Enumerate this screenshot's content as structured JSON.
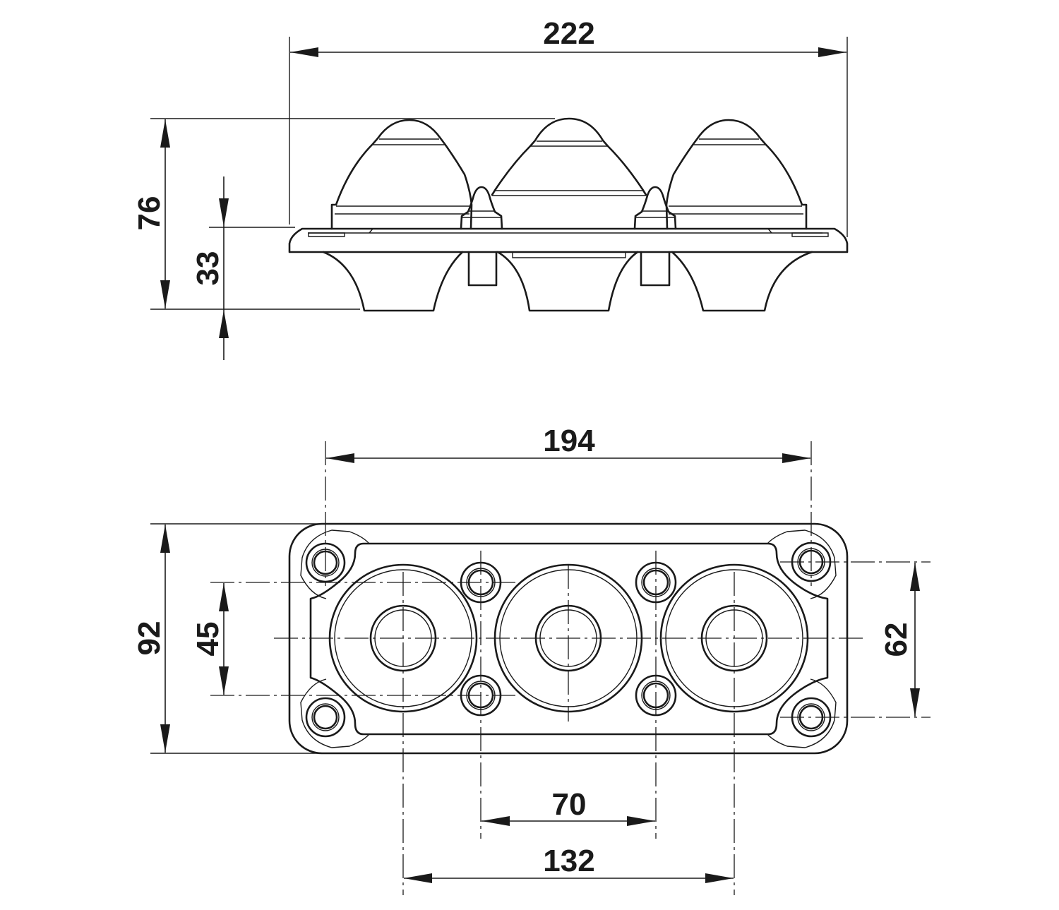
{
  "dimensions": {
    "top_width": "222",
    "top_height": "76",
    "top_base_height": "33",
    "bottom_width": "194",
    "bottom_height": "92",
    "hole_spacing_vertical_left": "45",
    "hole_spacing_vertical_right": "62",
    "hole_spacing_inner": "70",
    "outer_gland_spacing": "132"
  }
}
